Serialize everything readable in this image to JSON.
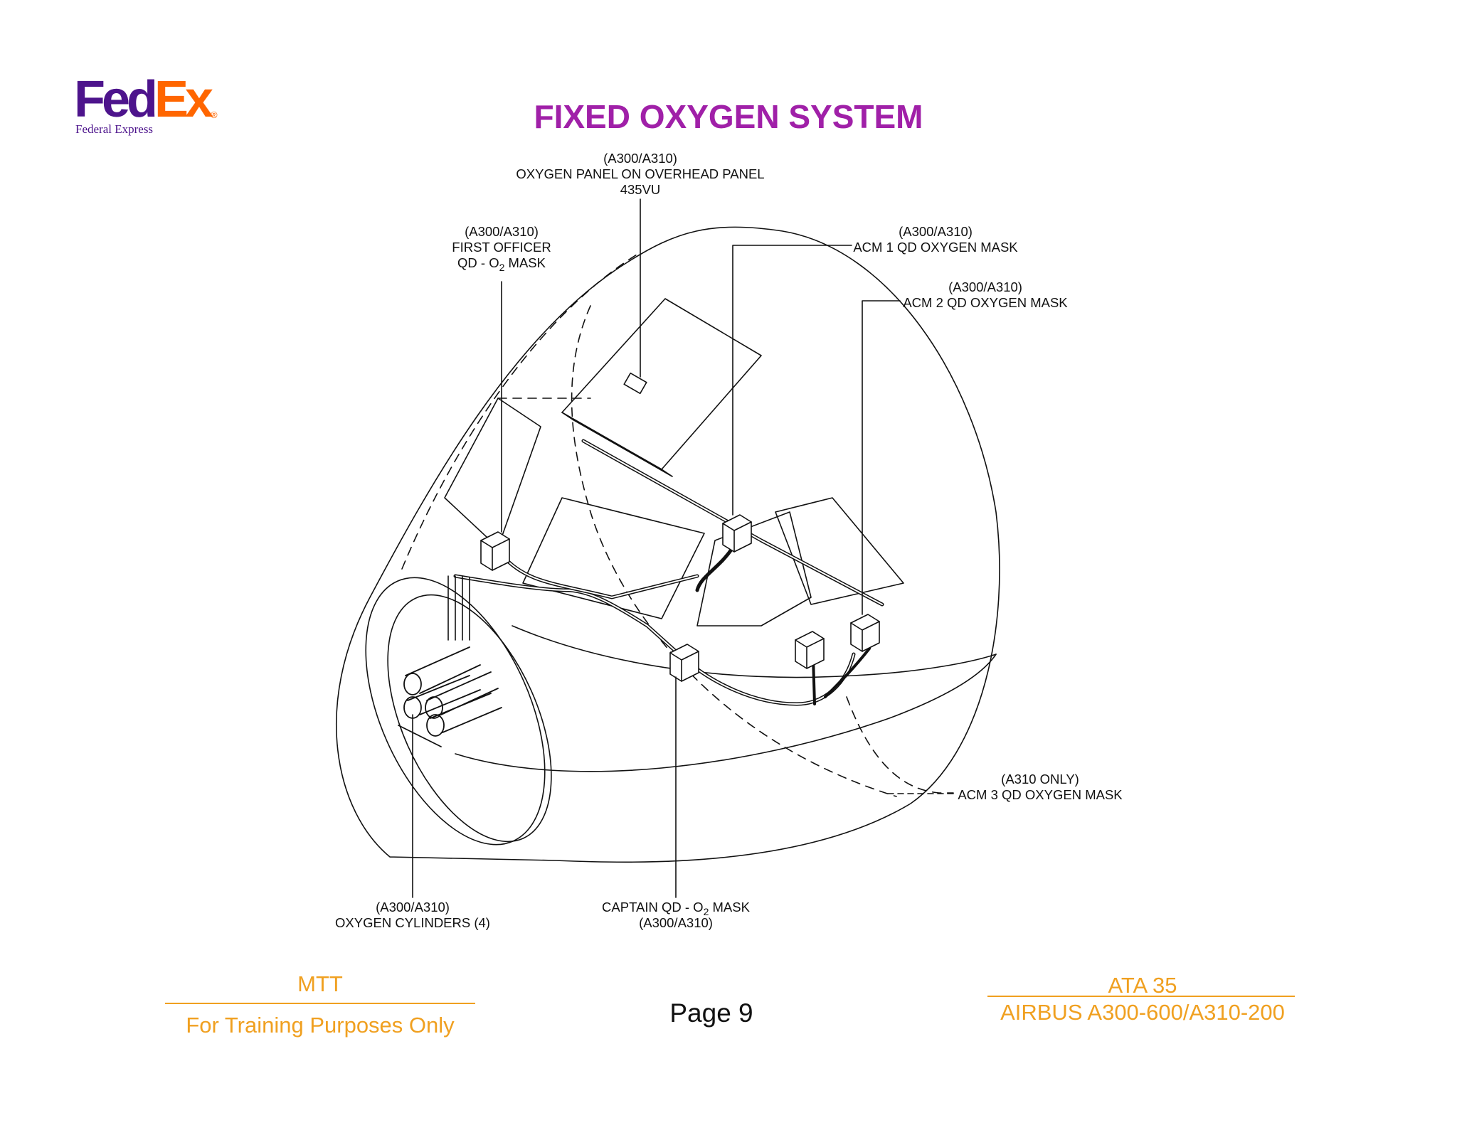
{
  "logo": {
    "fed": "Fed",
    "ex": "Ex",
    "reg": "®",
    "subtitle": "Federal Express"
  },
  "title": "FIXED OXYGEN SYSTEM",
  "callouts": {
    "oxygen_panel": {
      "line1": "(A300/A310)",
      "line2": "OXYGEN PANEL ON OVERHEAD PANEL",
      "line3": "435VU"
    },
    "first_officer": {
      "line1": "(A300/A310)",
      "line2": "FIRST OFFICER",
      "line3_prefix": "QD - O",
      "line3_sub": "2",
      "line3_suffix": " MASK"
    },
    "acm1": {
      "line1": "(A300/A310)",
      "line2": "ACM 1 QD OXYGEN MASK"
    },
    "acm2": {
      "line1": "(A300/A310)",
      "line2": "ACM 2 QD OXYGEN MASK"
    },
    "acm3": {
      "line1": "(A310 ONLY)",
      "line2": "ACM 3 QD OXYGEN MASK"
    },
    "cylinders": {
      "line1": "(A300/A310)",
      "line2": "OXYGEN CYLINDERS (4)"
    },
    "captain": {
      "line1_prefix": "CAPTAIN QD - O",
      "line1_sub": "2",
      "line1_suffix": " MASK",
      "line2": "(A300/A310)"
    }
  },
  "footer": {
    "left_top": "MTT",
    "left_bottom": "For Training Purposes Only",
    "center": "Page  9",
    "right_top": "ATA 35",
    "right_bottom": "AIRBUS A300-600/A310-200"
  },
  "colors": {
    "title": "#a020a8",
    "footer": "#f0a020",
    "logo_purple": "#4d148c",
    "logo_orange": "#ff6600"
  }
}
